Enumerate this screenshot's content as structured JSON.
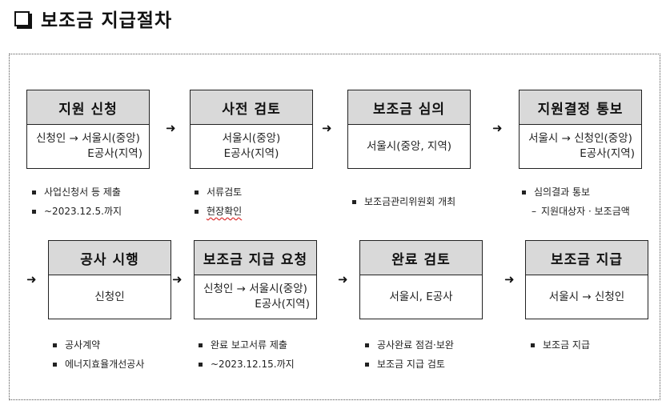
{
  "title": "보조금  지급절차",
  "row1": [
    {
      "head": "지원 신청",
      "line1": "신청인 → 서울시(중앙)",
      "line2": "E공사(지역)"
    },
    {
      "head": "사전 검토",
      "line1": "서울시(중앙)",
      "line2": "E공사(지역)"
    },
    {
      "head": "보조금 심의",
      "line1": "서울시(중앙, 지역)",
      "line2": ""
    },
    {
      "head": "지원결정  통보",
      "line1": "서울시 → 신청인(중앙)",
      "line2": "E공사(지역)"
    }
  ],
  "row2": [
    {
      "head": "공사 시행",
      "line1": "신청인",
      "line2": ""
    },
    {
      "head": "보조금 지급 요청",
      "line1": "신청인 → 서울시(중앙)",
      "line2": "E공사(지역)"
    },
    {
      "head": "완료 검토",
      "line1": "서울시, E공사",
      "line2": ""
    },
    {
      "head": "보조금 지급",
      "line1": "서울시 → 신청인",
      "line2": ""
    }
  ],
  "arrow": "➜",
  "bullets1": [
    [
      "사업신청서 등 제출",
      "~2023.12.5.까지"
    ],
    [
      "서류검토",
      "현장확인"
    ],
    [
      "보조금관리위원회 개최"
    ],
    [
      "심의결과 통보",
      "지원대상자 · 보조금액"
    ]
  ],
  "bullets2": [
    [
      "공사계약",
      "에너지효율개선공사"
    ],
    [
      "완료 보고서류 제출",
      "~2023.12.15.까지"
    ],
    [
      "공사완료 점검·보완",
      "보조금 지급 검토"
    ],
    [
      "보조금 지급"
    ]
  ]
}
